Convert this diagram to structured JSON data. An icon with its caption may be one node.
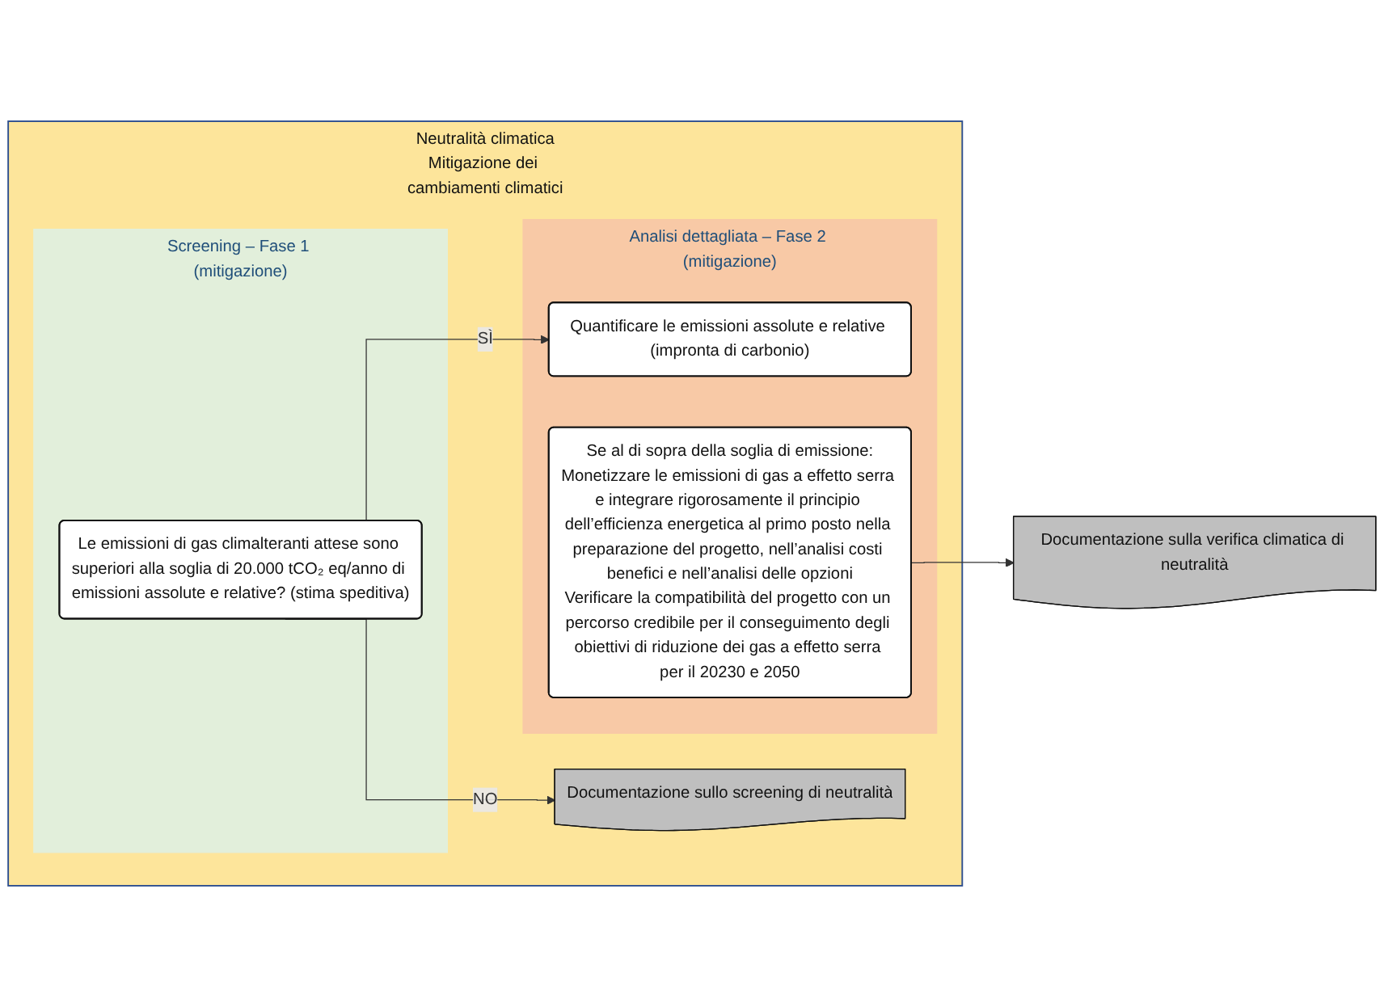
{
  "diagram": {
    "nodes": [
      {
        "text": [
          "Neutralità climatica",
          "Mitigazione dei cambiamenti climatici"
        ]
      },
      {
        "text": [
          "Screening – Fase 1 (mitigazione)"
        ],
        "in": 0
      },
      {
        "text": [
          "Le emissioni di gas climalteranti attese sono superiori alla soglia di 20.000 tCO₂ eq/anno di emissioni assolute e relative? (stima speditiva)"
        ],
        "in": 1
      },
      {
        "text": [
          "Analisi dettagliata – Fase 2 (mitigazione)"
        ],
        "in": 0
      },
      {
        "text": [
          "Quantificare le emissioni assolute e relative (impronta di carbonio)"
        ],
        "in": 3
      },
      {
        "text": [
          "Se al di sopra della soglia di emissione:",
          "Monetizzare le emissioni di gas a effetto serra e integrare rigorosamente il principio dell’efficienza energetica al primo posto nella preparazione del progetto, nell’analisi costi benefici e nell’analisi delle opzioni",
          "Verificare la compatibilità del progetto con un percorso credibile per il conseguimento degli obiettivi di riduzione dei gas a effetto serra per il 20230 e 2050"
        ],
        "in": 3
      },
      {
        "text": [
          "Documentazione sullo screening di neutralità"
        ],
        "in": 0
      },
      {
        "text": [
          "Documentazione sulla verifica climatica di neutralità"
        ]
      }
    ],
    "edges": [
      {
        "from": 2,
        "to": 4,
        "arrow": "to",
        "label": "SÌ"
      },
      {
        "from": 2,
        "to": 6,
        "arrow": "to",
        "label": "NO"
      },
      {
        "from": 5,
        "to": 7,
        "arrow": "to"
      }
    ]
  }
}
